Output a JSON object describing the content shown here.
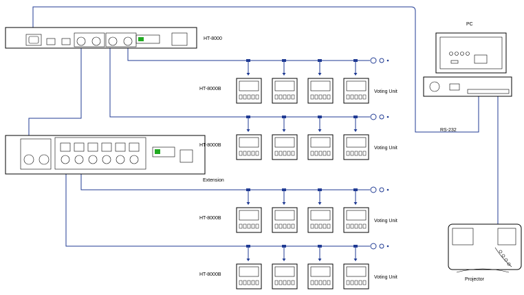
{
  "devices": {
    "main_unit": "HT-8000",
    "extension": "Extension",
    "pc": "PC",
    "projector": "Projector",
    "rs232": "RS-232"
  },
  "rows": [
    {
      "model": "HT-8000B",
      "unit_label": "Voting Unit"
    },
    {
      "model": "HT-8000B",
      "unit_label": "Voting Unit"
    },
    {
      "model": "HT-8000B",
      "unit_label": "Voting Unit"
    },
    {
      "model": "HT-8000B",
      "unit_label": "Voting Unit"
    }
  ],
  "colors": {
    "wire": "#1f3a93",
    "outline": "#000000"
  }
}
